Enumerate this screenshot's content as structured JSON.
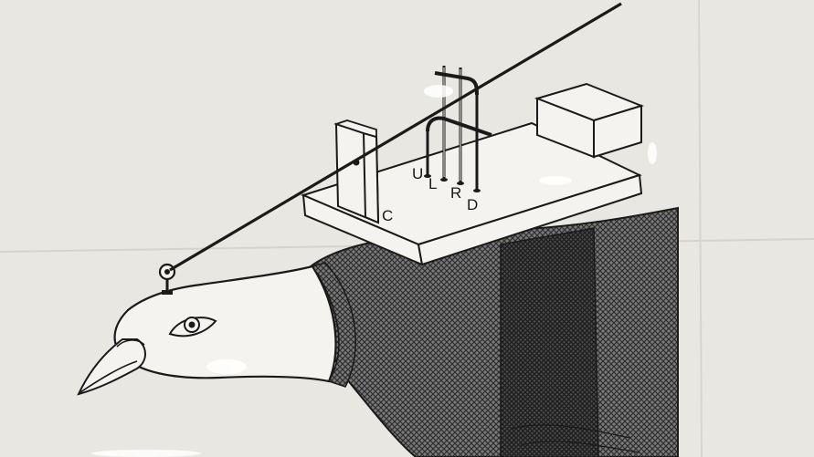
{
  "diagram": {
    "pin_labels": {
      "up": "U",
      "left": "L",
      "right": "R",
      "down": "D"
    },
    "common_label": "C"
  },
  "colors": {
    "paper": "#e9e7e1",
    "ink": "#1a1a1a",
    "hatch_fill": "#6f6f6f",
    "band_fill": "#3c3c3c"
  }
}
